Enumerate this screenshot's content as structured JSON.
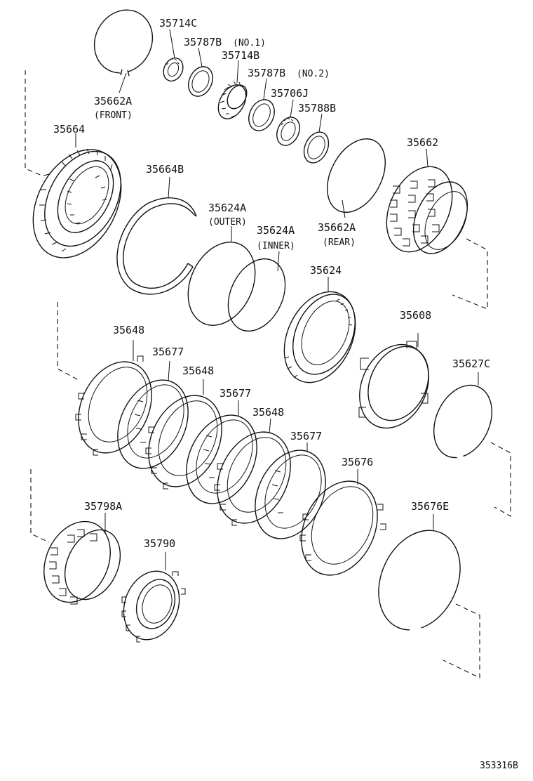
{
  "diagram": {
    "type": "exploded-parts-diagram",
    "drawing_number": "353316B",
    "parts": [
      {
        "id": "35714C",
        "label": "35714C",
        "note": ""
      },
      {
        "id": "35787B-1",
        "label": "35787B",
        "note": "(NO.1)"
      },
      {
        "id": "35714B",
        "label": "35714B",
        "note": ""
      },
      {
        "id": "35787B-2",
        "label": "35787B",
        "note": "(NO.2)"
      },
      {
        "id": "35706J",
        "label": "35706J",
        "note": ""
      },
      {
        "id": "35788B",
        "label": "35788B",
        "note": ""
      },
      {
        "id": "35662A-front",
        "label": "35662A",
        "note": "(FRONT)"
      },
      {
        "id": "35664",
        "label": "35664",
        "note": ""
      },
      {
        "id": "35664B",
        "label": "35664B",
        "note": ""
      },
      {
        "id": "35624A-outer",
        "label": "35624A",
        "note": "(OUTER)"
      },
      {
        "id": "35624A-inner",
        "label": "35624A",
        "note": "(INNER)"
      },
      {
        "id": "35662A-rear",
        "label": "35662A",
        "note": "(REAR)"
      },
      {
        "id": "35662",
        "label": "35662",
        "note": ""
      },
      {
        "id": "35624",
        "label": "35624",
        "note": ""
      },
      {
        "id": "35608",
        "label": "35608",
        "note": ""
      },
      {
        "id": "35627C",
        "label": "35627C",
        "note": ""
      },
      {
        "id": "35648-a",
        "label": "35648",
        "note": ""
      },
      {
        "id": "35677-a",
        "label": "35677",
        "note": ""
      },
      {
        "id": "35648-b",
        "label": "35648",
        "note": ""
      },
      {
        "id": "35677-b",
        "label": "35677",
        "note": ""
      },
      {
        "id": "35648-c",
        "label": "35648",
        "note": ""
      },
      {
        "id": "35677-c",
        "label": "35677",
        "note": ""
      },
      {
        "id": "35676",
        "label": "35676",
        "note": ""
      },
      {
        "id": "35676E",
        "label": "35676E",
        "note": ""
      },
      {
        "id": "35798A",
        "label": "35798A",
        "note": ""
      },
      {
        "id": "35790",
        "label": "35790",
        "note": ""
      }
    ]
  }
}
